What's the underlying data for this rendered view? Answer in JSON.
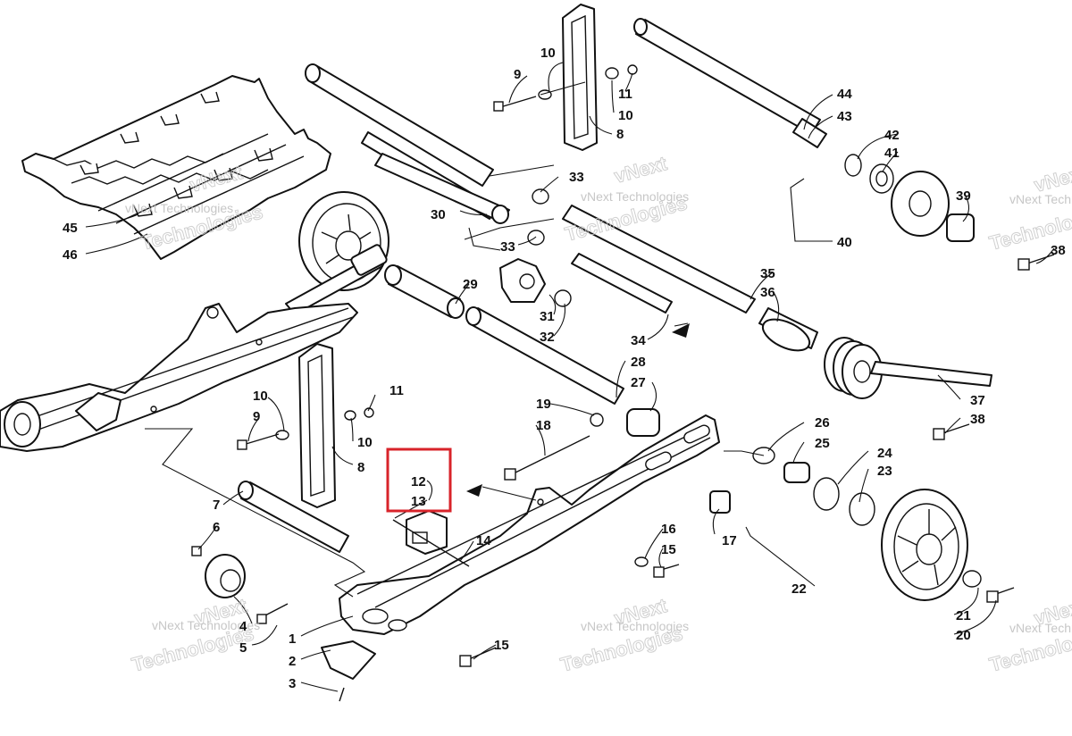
{
  "diagram": {
    "highlight_labels": [
      "12",
      "13"
    ],
    "highlight_color": "#d8232a",
    "watermark": {
      "line1": "vNext",
      "line2": "Technologies",
      "inline": "vNext Technologies"
    },
    "callouts": {
      "c1": "1",
      "c2": "2",
      "c3": "3",
      "c4": "4",
      "c5": "5",
      "c6": "6",
      "c7": "7",
      "c8a": "8",
      "c8b": "8",
      "c9a": "9",
      "c9b": "9",
      "c10a": "10",
      "c10b": "10",
      "c10c": "10",
      "c10d": "10",
      "c11a": "11",
      "c11b": "11",
      "c12": "12",
      "c13": "13",
      "c14": "14",
      "c15a": "15",
      "c15b": "15",
      "c16": "16",
      "c17": "17",
      "c18": "18",
      "c19": "19",
      "c20": "20",
      "c21": "21",
      "c22": "22",
      "c23": "23",
      "c24": "24",
      "c25": "25",
      "c26": "26",
      "c27": "27",
      "c28": "28",
      "c29": "29",
      "c30": "30",
      "c31": "31",
      "c32": "32",
      "c33a": "33",
      "c33b": "33",
      "c34": "34",
      "c35": "35",
      "c36": "36",
      "c37": "37",
      "c38a": "38",
      "c38b": "38",
      "c39": "39",
      "c40": "40",
      "c41": "41",
      "c42": "42",
      "c43": "43",
      "c44": "44",
      "c45": "45",
      "c46": "46"
    }
  }
}
